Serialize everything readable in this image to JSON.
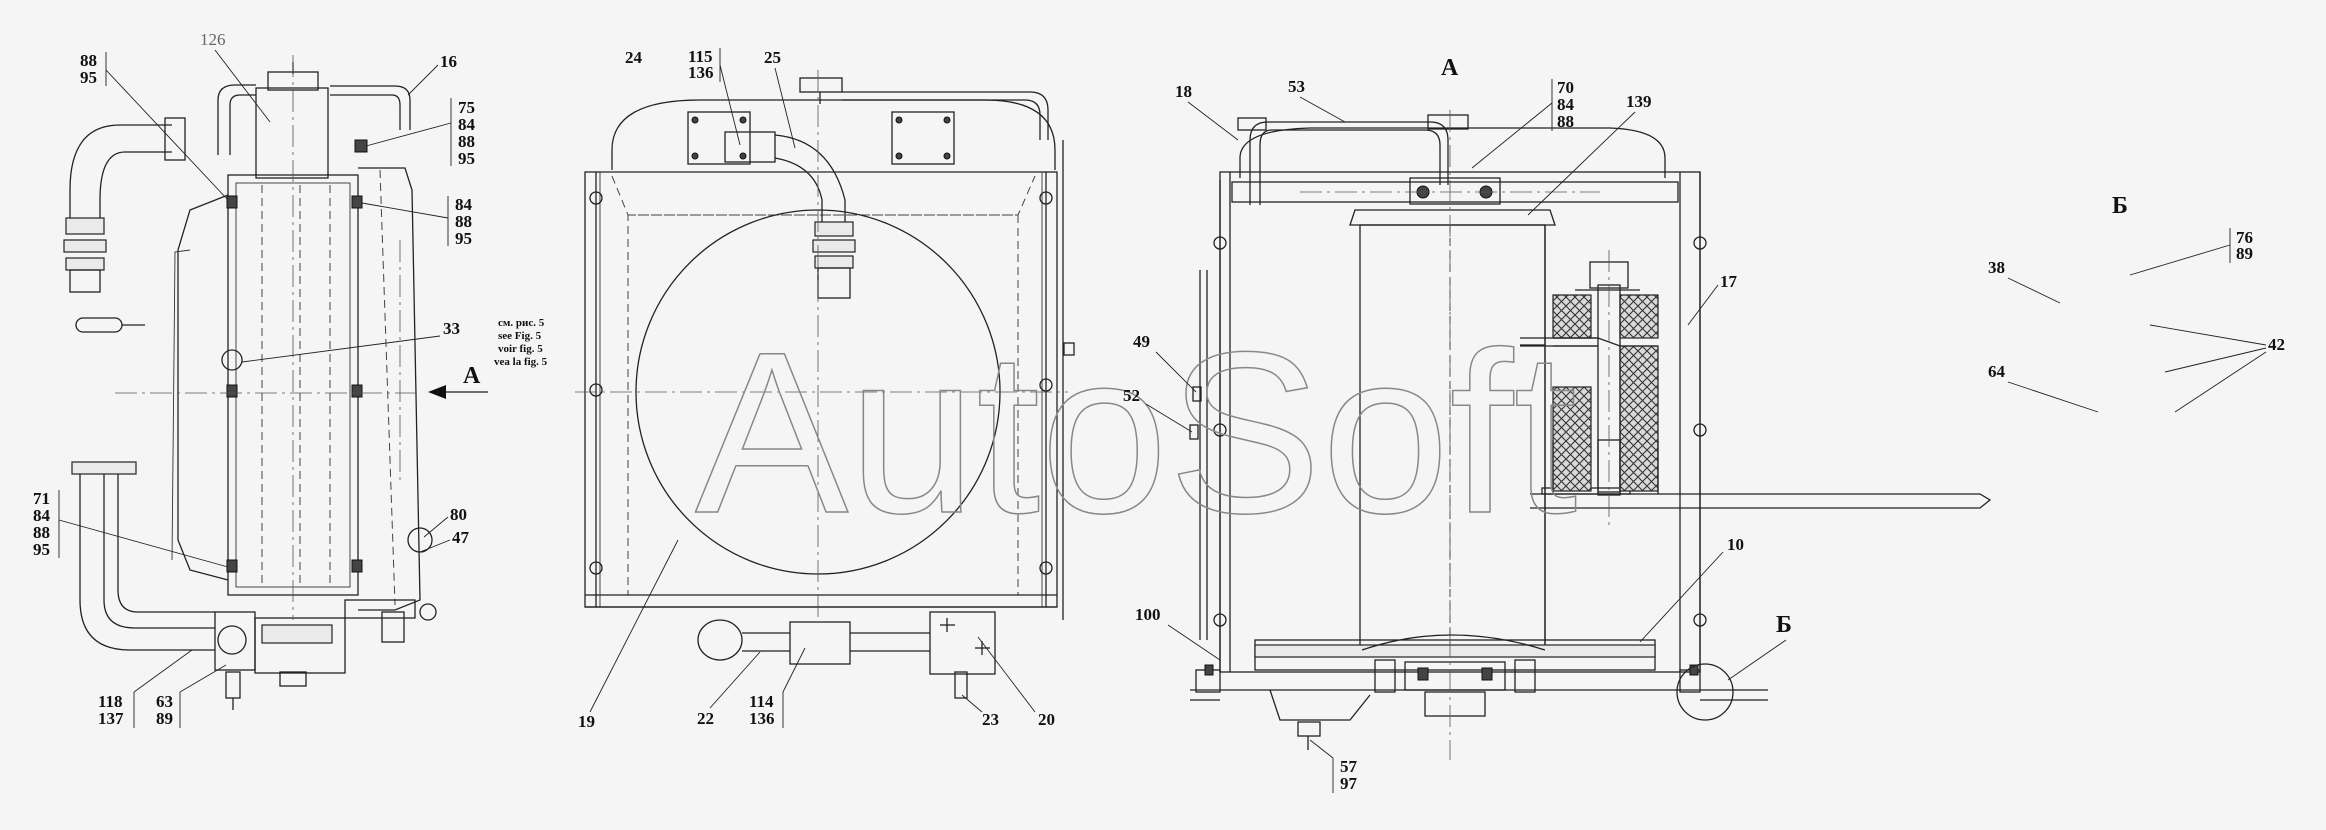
{
  "watermark": "AutoSoft",
  "views": {
    "a": "А",
    "b": "Б"
  },
  "note": {
    "ru": "см. рис. 5",
    "en": "see Fig. 5",
    "fr": "voir fig. 5",
    "es": "vea la fig. 5"
  },
  "callouts": {
    "s1": {
      "c88_95": [
        "88",
        "95"
      ],
      "c126": "126",
      "c16": "16",
      "c75_95": [
        "75",
        "84",
        "88",
        "95"
      ],
      "c84_95": [
        "84",
        "88",
        "95"
      ],
      "c33": "33",
      "c71_95": [
        "71",
        "84",
        "88",
        "95"
      ],
      "c80": "80",
      "c47": "47",
      "c118_137": [
        "118",
        "137"
      ],
      "c63_89": [
        "63",
        "89"
      ]
    },
    "s2": {
      "c24": "24",
      "c115_136": [
        "115",
        "136"
      ],
      "c25": "25",
      "c19": "19",
      "c22": "22",
      "c114_136": [
        "114",
        "136"
      ],
      "c23": "23",
      "c20": "20"
    },
    "s3": {
      "c18": "18",
      "c53": "53",
      "c70_88": [
        "70",
        "84",
        "88"
      ],
      "c139": "139",
      "c17": "17",
      "c49": "49",
      "c52": "52",
      "c10": "10",
      "c100": "100",
      "c57_97": [
        "57",
        "97"
      ]
    },
    "s4": {
      "c76_89": [
        "76",
        "89"
      ],
      "c38": "38",
      "c42": "42",
      "c64": "64"
    }
  }
}
